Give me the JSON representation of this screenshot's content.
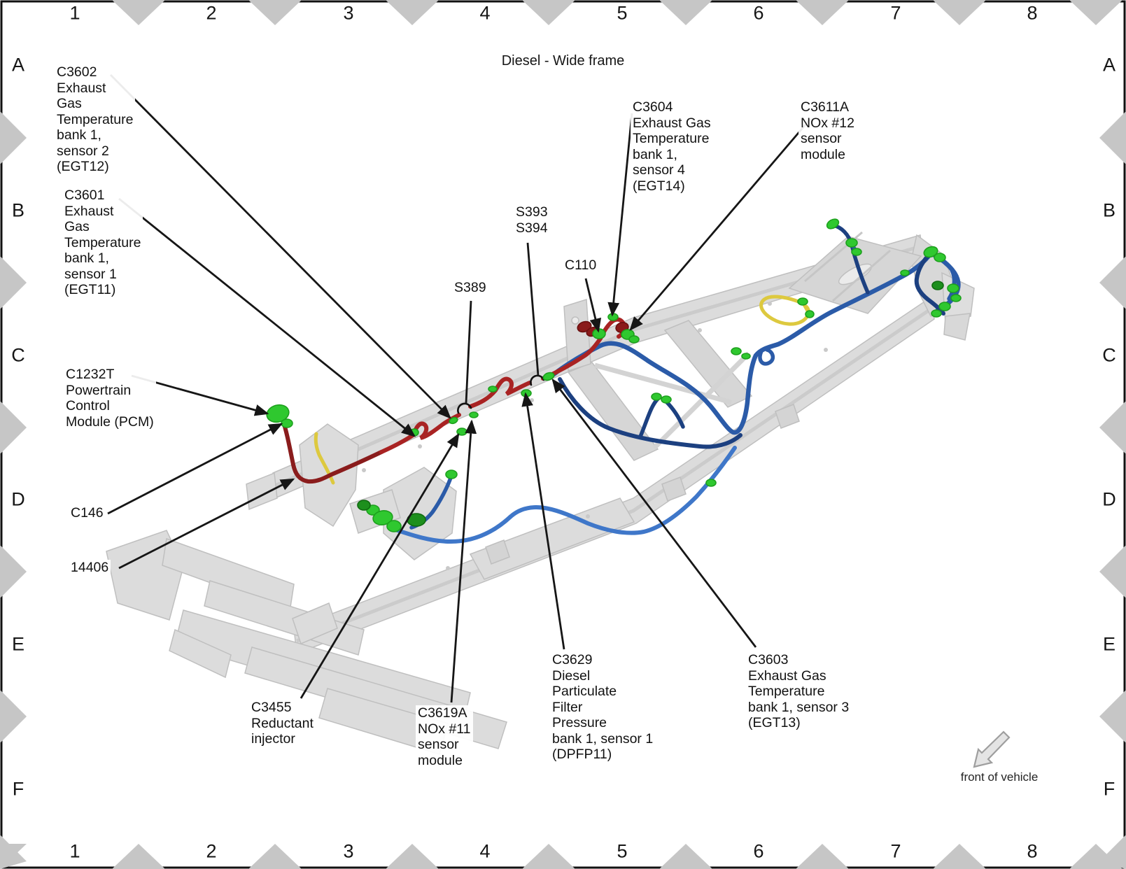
{
  "title": "Diesel - Wide frame",
  "orientation": {
    "label": "front of vehicle"
  },
  "grid": {
    "columns": [
      "1",
      "2",
      "3",
      "4",
      "5",
      "6",
      "7",
      "8"
    ],
    "rows": [
      "A",
      "B",
      "C",
      "D",
      "E",
      "F"
    ]
  },
  "callouts": [
    {
      "id": "c3602",
      "text": "C3602\nExhaust\nGas\nTemperature\nbank 1,\nsensor 2\n(EGT12)"
    },
    {
      "id": "c3601",
      "text": "C3601\nExhaust\nGas\nTemperature\nbank 1,\nsensor 1\n(EGT11)"
    },
    {
      "id": "c1232t",
      "text": "C1232T\nPowertrain\nControl\nModule (PCM)"
    },
    {
      "id": "c146",
      "text": "C146"
    },
    {
      "id": "p14406",
      "text": "14406"
    },
    {
      "id": "c3455",
      "text": "C3455\nReductant\ninjector"
    },
    {
      "id": "c3619a",
      "text": "C3619A\nNOx #11\nsensor\nmodule"
    },
    {
      "id": "c3629",
      "text": "C3629\nDiesel\nParticulate\nFilter\nPressure\nbank 1, sensor 1\n(DPFP11)"
    },
    {
      "id": "c3603",
      "text": "C3603\nExhaust Gas\nTemperature\nbank 1, sensor 3\n(EGT13)"
    },
    {
      "id": "s389",
      "text": "S389"
    },
    {
      "id": "s393",
      "text": "S393\nS394"
    },
    {
      "id": "c110",
      "text": "C110"
    },
    {
      "id": "c3604",
      "text": "C3604\nExhaust Gas\nTemperature\nbank 1,\nsensor 4\n(EGT14)"
    },
    {
      "id": "c3611a",
      "text": "C3611A\nNOx #12\nsensor\nmodule"
    }
  ],
  "colors": {
    "red_harness": "#a92323",
    "red_harness_dark": "#8a1c1c",
    "blue_harness": "#2b5ba8",
    "blue_harness_dark": "#1c4080",
    "yellow_harness": "#ddc93f",
    "connector_green": "#2fc82f",
    "connector_green_dark": "#1d8f1d",
    "frame_gray": "#d6d6d6",
    "diamond_gray": "#c6c6c6",
    "leader_black": "#161616"
  }
}
